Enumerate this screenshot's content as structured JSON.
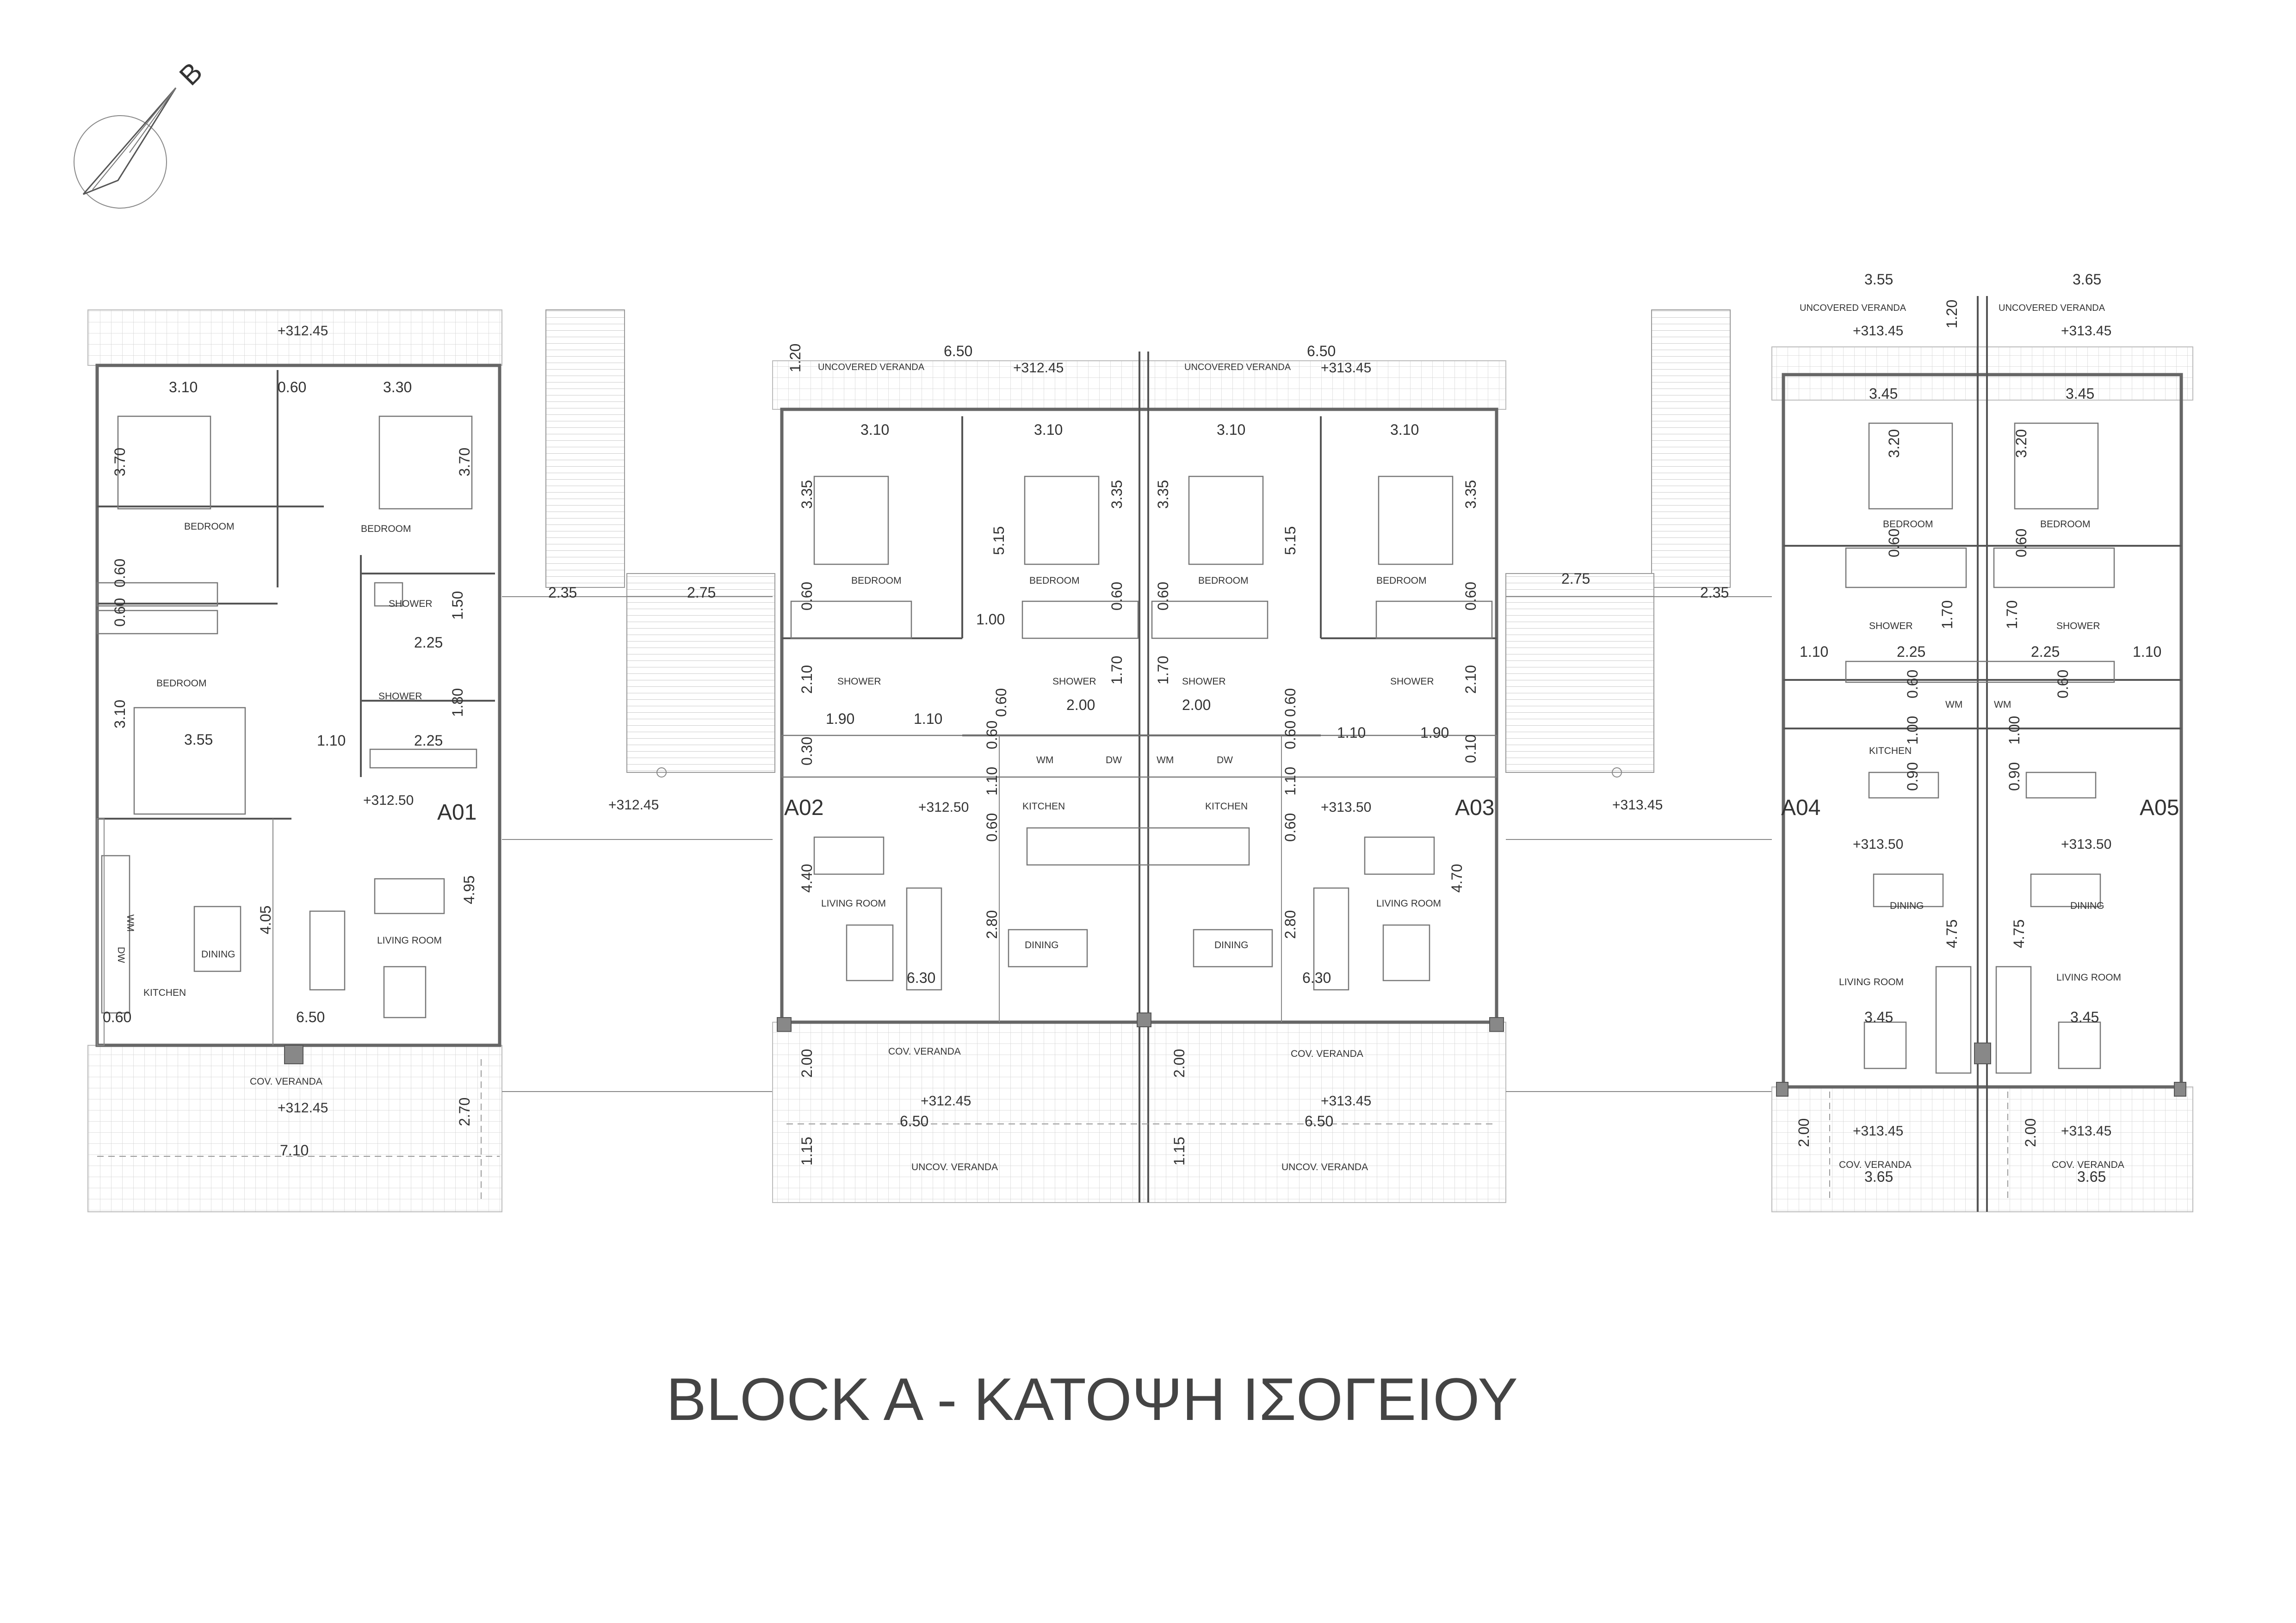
{
  "drawing": {
    "title": "BLOCK A - ΚΑΤΟΨΗ ΙΣΟΓΕΙΟΥ",
    "north_label": "B",
    "units": [
      {
        "id": "A01",
        "level": "+312.50",
        "rooms": {
          "bedroom": "BEDROOM",
          "shower": "SHOWER",
          "kitchen": "KITCHEN",
          "living": "LIVING ROOM",
          "dining": "DINING",
          "wm": "WM",
          "dw": "DW"
        },
        "verandas": {
          "front_label": "COV. VERANDA",
          "front_level": "+312.45",
          "rear_level": "+312.45"
        },
        "dims": {
          "top_a": "3.10",
          "top_b": "0.60",
          "top_c": "3.30",
          "b1_h": "3.70",
          "b2_h": "3.70",
          "wd_a": "0.60",
          "wd_b": "0.60",
          "b3_h": "3.10",
          "b3_w": "3.55",
          "shower_w1": "2.25",
          "shower_h1": "1.50",
          "shower_w2": "2.25",
          "shower_h2": "1.80",
          "corridor": "1.10",
          "kitchen_w": "0.60",
          "total_w": "6.50",
          "dining_h": "4.05",
          "living_h": "4.95",
          "ver_h": "2.70",
          "ver_w": "7.10"
        }
      },
      {
        "id": "A02",
        "level": "+312.50",
        "rooms": {
          "uncov": "UNCOVERED VERANDA",
          "bedroom": "BEDROOM",
          "bedroom2": "BEDROOM",
          "shower": "SHOWER",
          "shower2": "SHOWER",
          "kitchen": "KITCHEN",
          "living": "LIVING ROOM",
          "dining": "DINING",
          "wm": "WM",
          "dw": "DW",
          "cov": "COV. VERANDA",
          "uncov2": "UNCOV. VERANDA"
        },
        "levels": {
          "rear": "+312.45",
          "front": "+312.45"
        },
        "dims": {
          "overall": "6.50",
          "rear_h": "1.20",
          "b1_w": "3.10",
          "b2_w": "3.10",
          "b1_h": "3.35",
          "b2_h": "3.35",
          "mid_h": "5.15",
          "wd1": "0.60",
          "wd2": "0.60",
          "corr": "1.00",
          "sh_h": "2.10",
          "sh_w": "1.90",
          "c1": "1.10",
          "c2": "0.60",
          "sh2_w": "2.00",
          "sh2_h": "1.70",
          "k1": "0.60",
          "k2": "0.30",
          "k3": "1.10",
          "k4": "0.60",
          "lr_h": "4.40",
          "din_h": "2.80",
          "lr_w": "6.30",
          "fv_h": "2.00",
          "fv_w": "6.50",
          "uv_h": "1.15"
        }
      },
      {
        "id": "A03",
        "level": "+313.50",
        "rooms": {
          "uncov": "UNCOVERED VERANDA",
          "bedroom": "BEDROOM",
          "bedroom2": "BEDROOM",
          "shower": "SHOWER",
          "shower2": "SHOWER",
          "kitchen": "KITCHEN",
          "living": "LIVING ROOM",
          "dining": "DINING",
          "wm": "WM",
          "dw": "DW",
          "cov": "COV. VERANDA",
          "uncov2": "UNCOV. VERANDA"
        },
        "levels": {
          "rear": "+313.45",
          "front": "+313.45"
        },
        "dims": {
          "overall": "6.50",
          "b1_w": "3.10",
          "b2_w": "3.10",
          "b1_h": "3.35",
          "b2_h": "3.35",
          "mid_h": "5.15",
          "wd1": "0.60",
          "wd2": "0.60",
          "sh_h": "2.10",
          "sh_w": "1.90",
          "c1": "1.10",
          "c2": "0.60",
          "sh2_w": "2.00",
          "sh2_h": "1.70",
          "k1": "0.60",
          "k2": "0.10",
          "k3": "1.10",
          "k4": "0.60",
          "lr_h": "4.70",
          "din_h": "2.80",
          "lr_w": "6.30",
          "fv_h": "2.00",
          "fv_w": "6.50",
          "uv_h": "1.15"
        }
      },
      {
        "id": "A04",
        "level": "+313.50",
        "rooms": {
          "uncov": "UNCOVERED VERANDA",
          "bedroom": "BEDROOM",
          "shower": "SHOWER",
          "kitchen": "KITCHEN",
          "dining": "DINING",
          "living": "LIVING ROOM",
          "wm": "WM",
          "cov": "COV. VERANDA"
        },
        "levels": {
          "rear": "+313.45",
          "front": "+313.45"
        },
        "dims": {
          "top": "3.55",
          "rear_h": "1.20",
          "b_w": "3.45",
          "b_h": "3.20",
          "wd": "0.60",
          "sh_w": "2.25",
          "sh_h": "1.70",
          "c": "1.10",
          "k1": "0.60",
          "k2": "1.00",
          "k3": "0.90",
          "lr_h": "4.75",
          "lr_w": "3.45",
          "fv_h": "2.00",
          "fv_w": "3.65"
        }
      },
      {
        "id": "A05",
        "level": "+313.50",
        "rooms": {
          "uncov": "UNCOVERED VERANDA",
          "bedroom": "BEDROOM",
          "shower": "SHOWER",
          "dining": "DINING",
          "living": "LIVING ROOM",
          "wm": "WM",
          "cov": "COV. VERANDA"
        },
        "levels": {
          "rear": "+313.45",
          "front": "+313.45"
        },
        "dims": {
          "top": "3.65",
          "b_w": "3.45",
          "b_h": "3.20",
          "wd": "0.60",
          "sh_w": "2.25",
          "sh_h": "1.70",
          "c": "1.10",
          "k1": "0.60",
          "k2": "1.00",
          "k3": "0.90",
          "lr_h": "4.75",
          "lr_w": "3.45",
          "fv_h": "2.00",
          "fv_w": "3.65"
        }
      }
    ],
    "links": {
      "left_a": "2.35",
      "left_b": "2.75",
      "left_level": "+312.45",
      "right_a": "2.75",
      "right_b": "2.35",
      "right_level": "+313.45"
    }
  }
}
